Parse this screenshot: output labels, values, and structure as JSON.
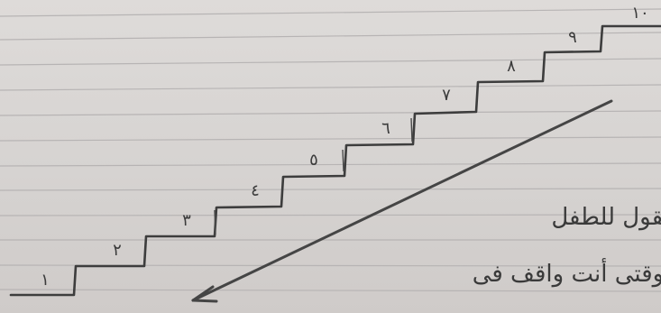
{
  "steps": [
    "١",
    "٢",
    "٣",
    "٤",
    "٥",
    "٦",
    "٧",
    "٨",
    "٩",
    "١٠"
  ],
  "text": {
    "line1": "نقول للطفل",
    "line2": "لوقتى أنت واقف فى"
  },
  "colors": {
    "paper": "#d9d6d4",
    "ruled_line": "#b9b6b6",
    "ink": "#3a3a3a"
  }
}
